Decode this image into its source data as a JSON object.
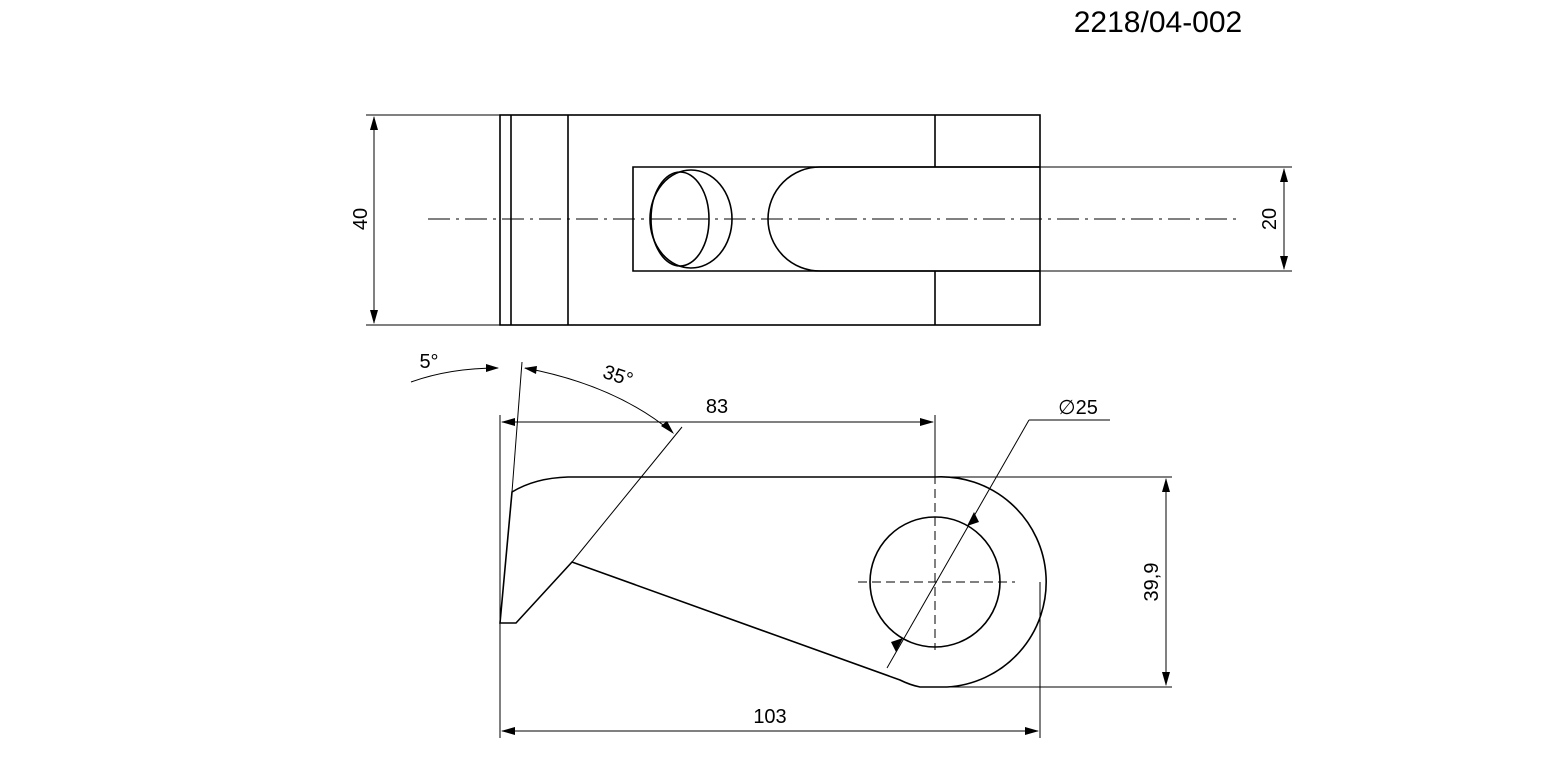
{
  "drawing": {
    "number": "2218/04-002",
    "colors": {
      "line": "#000000",
      "background": "#ffffff"
    },
    "top_view": {
      "dims": {
        "height": "40",
        "slot_width": "20"
      }
    },
    "front_view": {
      "dims": {
        "angle_small": "5°",
        "angle_large": "35°",
        "hole_center_distance": "83",
        "hole_diameter": "∅25",
        "height": "39,9",
        "overall_length": "103"
      }
    }
  }
}
